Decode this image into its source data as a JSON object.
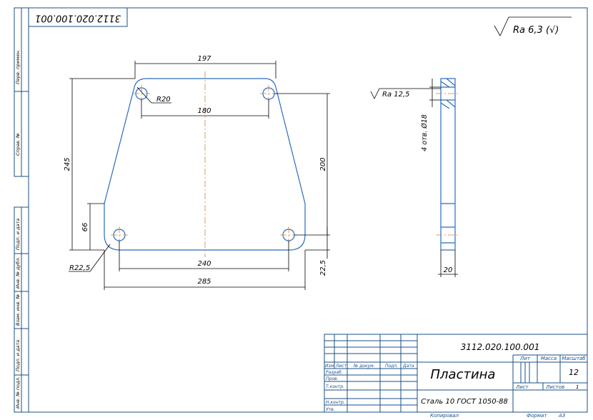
{
  "stamp": {
    "designation": "3112.020.100.001",
    "designation_mirrored": "3112.020.100.001",
    "part_name": "Пластина",
    "material": "Сталь 10 ГОСТ 1050-88",
    "lit_label": "Лит",
    "mass_label": "Масса",
    "scale_label": "Масштаб",
    "scale_value": "12",
    "sheet_label": "Лист",
    "sheets_label": "Листов",
    "sheets_value": "1",
    "copied_label": "Копировал",
    "format_label": "Формат",
    "format_value": "A3",
    "col_change": "Изм",
    "col_sheet": "Лист",
    "col_doc": "№ докум.",
    "col_sign": "Подп.",
    "col_date": "Дата",
    "row_dev": "Разраб.",
    "row_check": "Пров.",
    "row_tcontrol": "Т.контр.",
    "row_ncontrol": "Н.контр.",
    "row_approve": "Утв."
  },
  "roughness": {
    "general": "Ra 6,3 (√)",
    "side": "Ra 12,5"
  },
  "dimensions": {
    "top_width": "197",
    "hole_spacing_top": "180",
    "radius_top": "R20",
    "height_total": "245",
    "height_holes": "200",
    "height_lower": "66",
    "hole_spacing_bottom": "240",
    "bottom_width": "285",
    "radius_bottom": "R22,5",
    "hole_offset": "22,5",
    "holes_note": "4 отв. Ø18",
    "thickness": "20"
  },
  "side_frame_labels": {
    "perv_primen": "Перв. примен.",
    "sprav": "Справ. №",
    "podp_data_1": "Подп. и дата",
    "inv_dubl": "Инв. № дубл.",
    "vzam_inv": "Взам. инв. №",
    "podp_data_2": "Подп. и дата",
    "inv_podl": "Инв. № подл."
  }
}
